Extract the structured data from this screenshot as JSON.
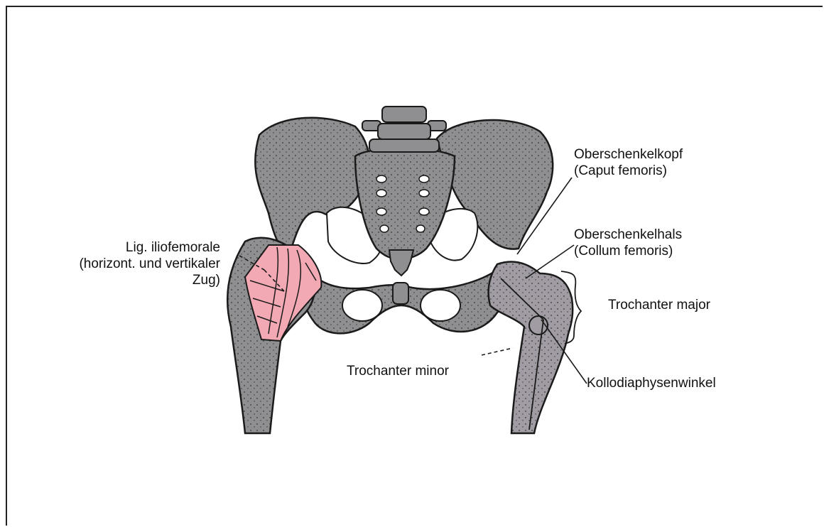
{
  "labels": {
    "ligament": {
      "line1": "Lig. iliofemorale",
      "line2": "(horizont. und vertikaler",
      "line3": "Zug)"
    },
    "femoral_head": {
      "line1": "Oberschenkelkopf",
      "line2": "(Caput femoris)"
    },
    "femoral_neck": {
      "line1": "Oberschenkelhals",
      "line2": "(Collum femoris)"
    },
    "trochanter_major": "Trochanter major",
    "trochanter_minor": "Trochanter minor",
    "neck_shaft_angle": "Kollodiaphysenwinkel"
  },
  "colors": {
    "bone": "#8f8f91",
    "ligament": "#f2a9b3",
    "outline": "#1a1a1a",
    "paper": "#ffffff"
  }
}
